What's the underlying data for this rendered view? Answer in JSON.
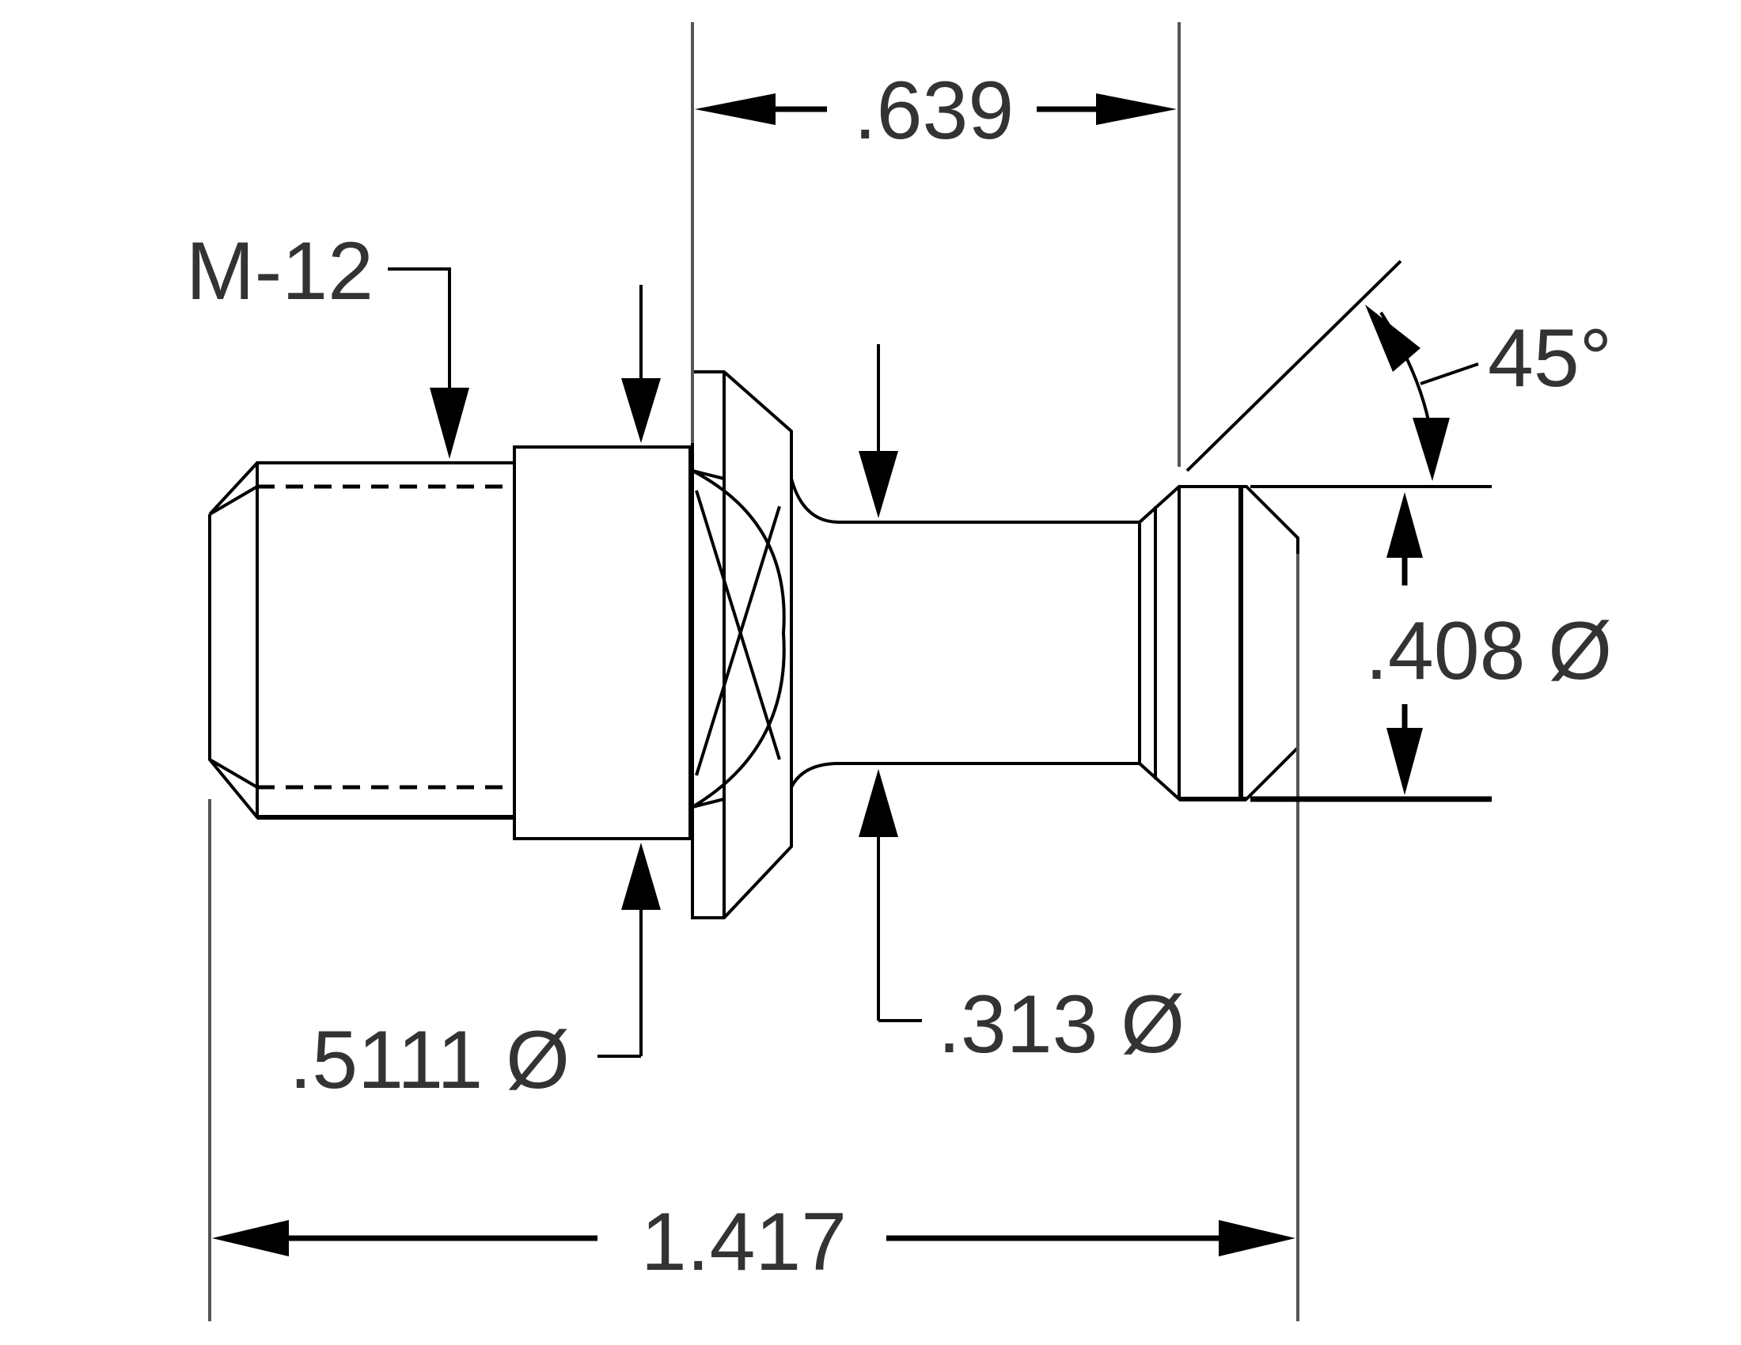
{
  "drawing": {
    "dimensions": {
      "head_to_shoulder_length": ".639",
      "overall_length": "1.417",
      "thread_spec": "M-12",
      "flange_diameter": ".5111 Ø",
      "neck_diameter": ".313 Ø",
      "head_diameter": ".408 Ø",
      "chamfer_angle": "45°"
    }
  }
}
